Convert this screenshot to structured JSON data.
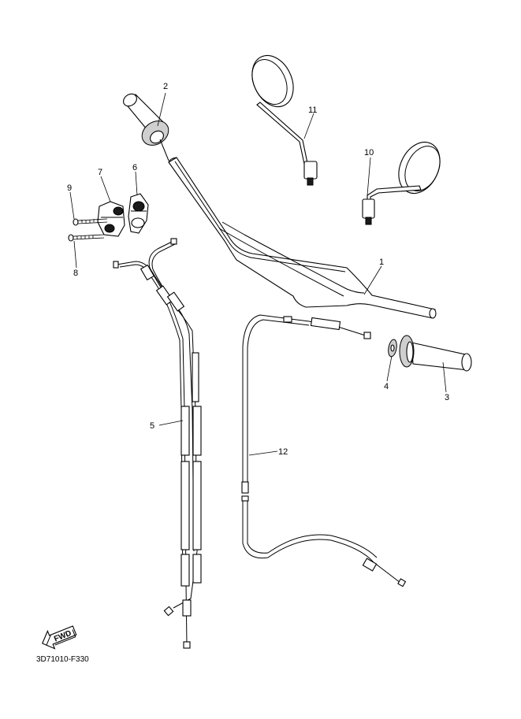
{
  "diagram": {
    "code": "3D71010-F330",
    "fwd_label": "FWD",
    "callouts": [
      {
        "id": "1",
        "label": "1"
      },
      {
        "id": "2",
        "label": "2"
      },
      {
        "id": "3",
        "label": "3"
      },
      {
        "id": "4",
        "label": "4"
      },
      {
        "id": "5",
        "label": "5"
      },
      {
        "id": "6",
        "label": "6"
      },
      {
        "id": "7",
        "label": "7"
      },
      {
        "id": "8",
        "label": "8"
      },
      {
        "id": "9",
        "label": "9"
      },
      {
        "id": "10",
        "label": "10"
      },
      {
        "id": "11",
        "label": "11"
      },
      {
        "id": "12",
        "label": "12"
      }
    ]
  }
}
